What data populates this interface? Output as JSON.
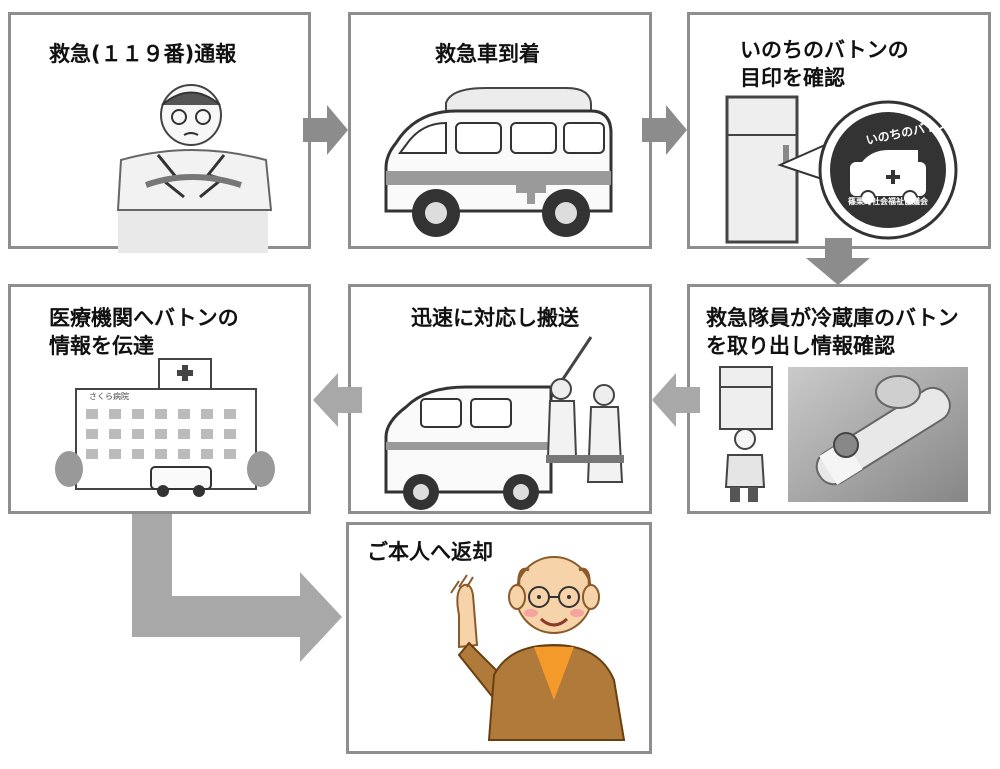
{
  "steps": [
    {
      "title_lines": [
        "救急(１１９番)通報"
      ]
    },
    {
      "title_lines": [
        "救急車到着"
      ]
    },
    {
      "title_lines": [
        "いのちのバトンの",
        "目印を確認"
      ]
    },
    {
      "title_lines": [
        "救急隊員が冷蔵庫のバトン",
        "を取り出し情報確認"
      ]
    },
    {
      "title_lines": [
        "迅速に対応し搬送"
      ]
    },
    {
      "title_lines": [
        "医療機関へバトンの",
        "情報を伝達"
      ]
    },
    {
      "title_lines": [
        "ご本人へ返却"
      ]
    }
  ],
  "sticker": {
    "text": "いのちのバトン",
    "bottom_text": "篠栗町社会福祉協議会"
  },
  "hospital_sign": "さくら病院",
  "colors": {
    "panel_border": "#8e8e8e",
    "arrow": "#8c8c8c",
    "arrow_light": "#a8a8a8",
    "jacket": "#b07a3a",
    "shirt": "#f39a2a",
    "skin": "#f6d3a8"
  }
}
